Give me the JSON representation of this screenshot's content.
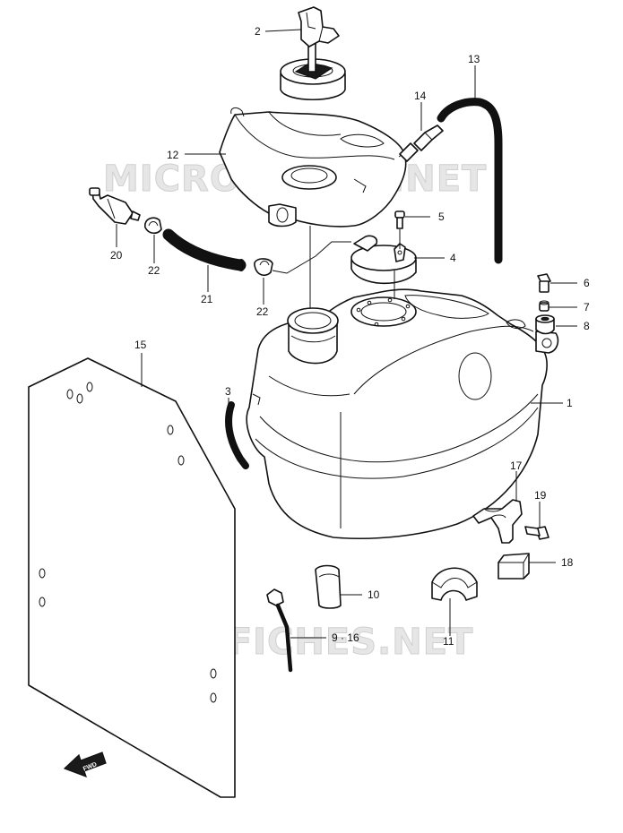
{
  "watermark": "MICROFICHES.NET",
  "fwd_label": "FWD",
  "labels": {
    "p1": "1",
    "p2": "2",
    "p3": "3",
    "p4": "4",
    "p5": "5",
    "p6": "6",
    "p7": "7",
    "p8": "8",
    "p9_16": "9 · 16",
    "p10": "10",
    "p11": "11",
    "p12": "12",
    "p13": "13",
    "p14": "14",
    "p15": "15",
    "p17": "17",
    "p18": "18",
    "p19": "19",
    "p20": "20",
    "p21": "21",
    "p22a": "22",
    "p22b": "22"
  }
}
